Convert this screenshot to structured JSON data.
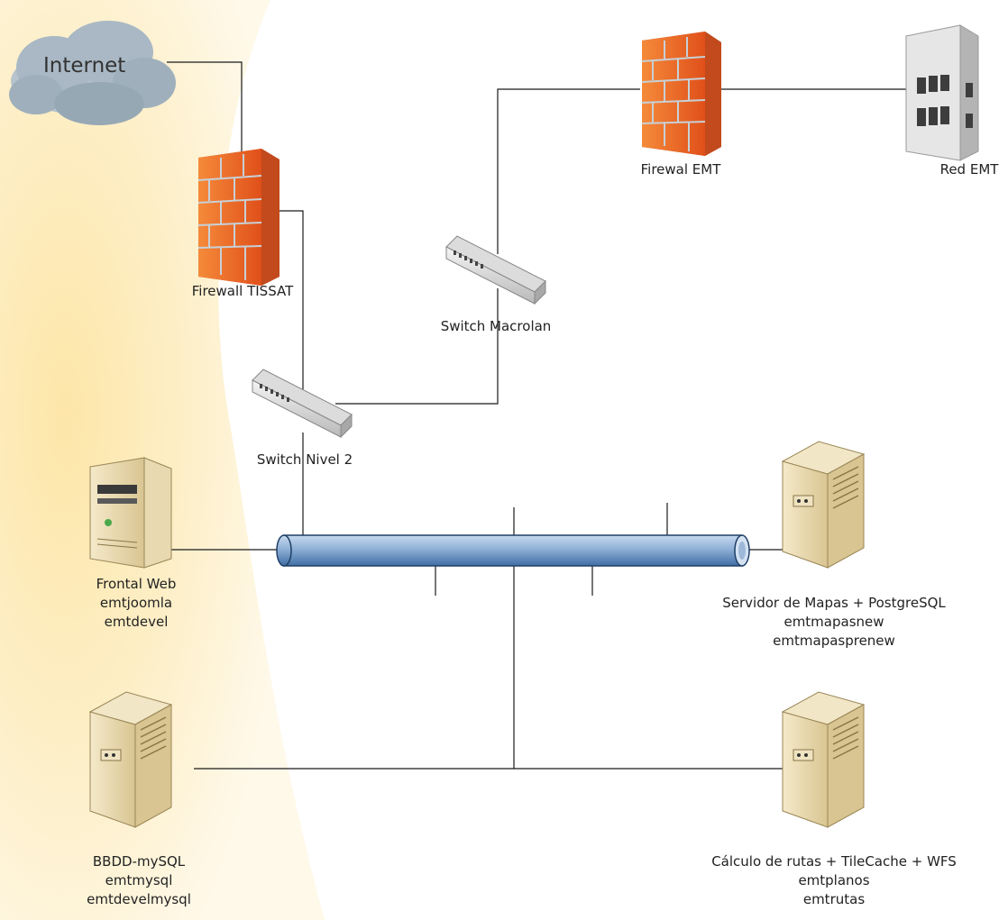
{
  "nodes": {
    "internet": {
      "label": "Internet"
    },
    "firewall_tissat": {
      "label": "Firewall TISSAT"
    },
    "firewall_emt": {
      "label": "Firewal EMT"
    },
    "red_emt": {
      "label": "Red EMT"
    },
    "switch_macrolan": {
      "label": "Switch Macrolan"
    },
    "switch_nivel2": {
      "label": "Switch Nivel 2"
    },
    "frontal_web": {
      "lines": [
        "Frontal Web",
        "emtjoomla",
        "emtdevel"
      ]
    },
    "servidor_mapas": {
      "lines": [
        "Servidor de Mapas + PostgreSQL",
        "emtmapasnew",
        "emtmapasprenew"
      ]
    },
    "bbdd_mysql": {
      "lines": [
        "BBDD-mySQL",
        "emtmysql",
        "emtdevelmysql"
      ]
    },
    "calculo_rutas": {
      "lines": [
        "Cálculo de rutas + TileCache + WFS",
        "emtplanos",
        "emtrutas"
      ]
    }
  },
  "colors": {
    "firewall": "#f26b22",
    "server": "#e8d9b0",
    "bus": "#8fb0d6",
    "cloud": "#a9b8c4",
    "background_accent": "#fdeab6"
  }
}
